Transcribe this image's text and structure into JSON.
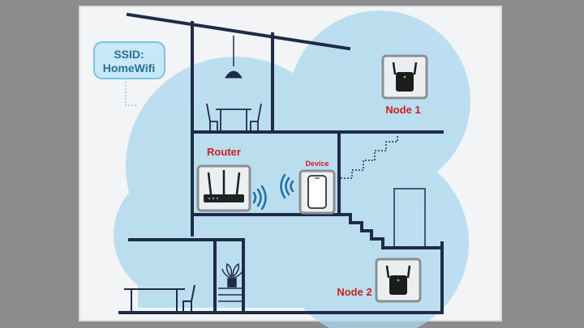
{
  "ssid_bubble": {
    "line1": "SSID:",
    "line2": "HomeWifi"
  },
  "labels": {
    "router": "Router",
    "device": "Device",
    "node1": "Node 1",
    "node2": "Node 2"
  },
  "colors": {
    "background": "#8c8c8c",
    "board": "#f2f4f5",
    "coverage": "#a9d7ee",
    "walls": "#1f2b4a",
    "label_red": "#cc1f1f",
    "label_dark": "#1f2b4a",
    "bubble_text": "#2a6f96",
    "bubble_fill": "#c6e8f7"
  },
  "icons": [
    "router-icon",
    "smartphone-icon",
    "mesh-node-icon",
    "wifi-signal-icon",
    "pendant-lamp-icon",
    "potted-plant-icon"
  ]
}
